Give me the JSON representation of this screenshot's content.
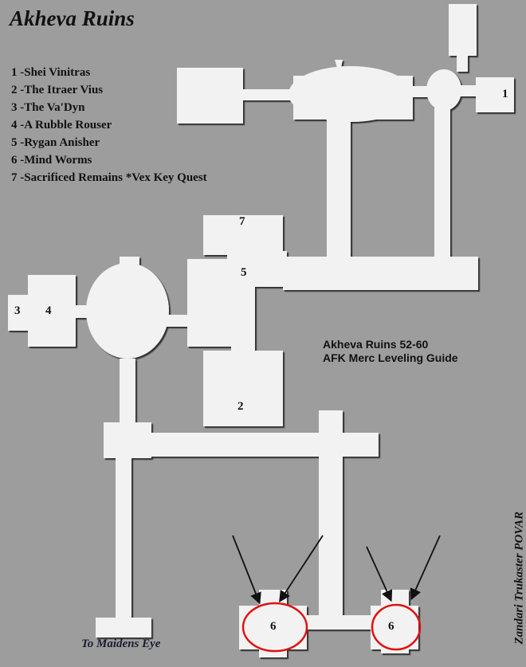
{
  "title": "Akheva Ruins",
  "legend": [
    "1 -Shei Vinitras",
    "2 -The Itraer Vius",
    "3 -The Va'Dyn",
    "4 -A Rubble Rouser",
    "5 -Rygan Anisher",
    "6 -Mind Worms",
    "7 -Sacrificed Remains *Vex Key Quest"
  ],
  "guide": {
    "line1": "Akheva Ruins 52-60",
    "line2": "AFK Merc Leveling Guide"
  },
  "exit_label": "To Maidens Eye",
  "credit": "Zandari Trukaster POVAR",
  "markers": [
    "1",
    "2",
    "3",
    "4",
    "5",
    "6",
    "6",
    "7"
  ],
  "colors": {
    "background": "#9d9d9d",
    "room": "#f2f2f2",
    "highlight": "#e01010"
  }
}
